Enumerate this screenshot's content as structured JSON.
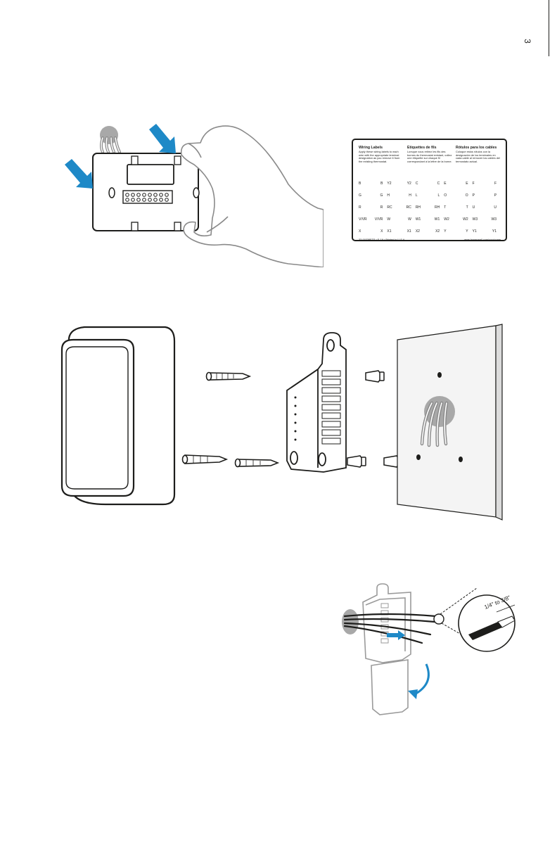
{
  "page_number": "3",
  "colors": {
    "accent": "#1e89c7",
    "ink": "#1d1d1b",
    "line": "#9a9a9a",
    "wall": "#f4f4f4"
  },
  "label_card": {
    "columns": [
      {
        "title": "Wiring Labels",
        "text": "Apply these wiring labels to each wire with the appropriate terminal designation as you remove it from the existing thermostat."
      },
      {
        "title": "Étiquettes de fils",
        "text": "Lorsque vous retirez les fils des bornes du thermostat existant, collez une étiquette sur chaque fil correspondant à la lettre de la borne."
      },
      {
        "title": "Rótulos para los cables",
        "text": "Coloque estos rótulos con la designación de los terminales en cada cable al remover los cables del termostato actual."
      }
    ],
    "rows": [
      [
        "B",
        "B",
        "Y2",
        "Y2",
        "C",
        "C",
        "E",
        "E",
        "F",
        "F"
      ],
      [
        "G",
        "G",
        "H",
        "H",
        "L",
        "L",
        "O",
        "O",
        "P",
        "P"
      ],
      [
        "R",
        "R",
        "RC",
        "RC",
        "RH",
        "RH",
        "T",
        "T",
        "U",
        "U"
      ],
      [
        "V/VR",
        "V/VR",
        "W",
        "W",
        "W1",
        "W1",
        "W2",
        "W2",
        "W3",
        "W3"
      ],
      [
        "X",
        "X",
        "X1",
        "X1",
        "X2",
        "X2",
        "Y",
        "Y",
        "Y1",
        "Y1"
      ]
    ],
    "footer_left": "33-00338ETS   •   E-19   •   Printed in U.S.A.",
    "footer_right": "www.honeywell.com/yourhome"
  },
  "strip_gauge": "1/4\" to 3/8\""
}
